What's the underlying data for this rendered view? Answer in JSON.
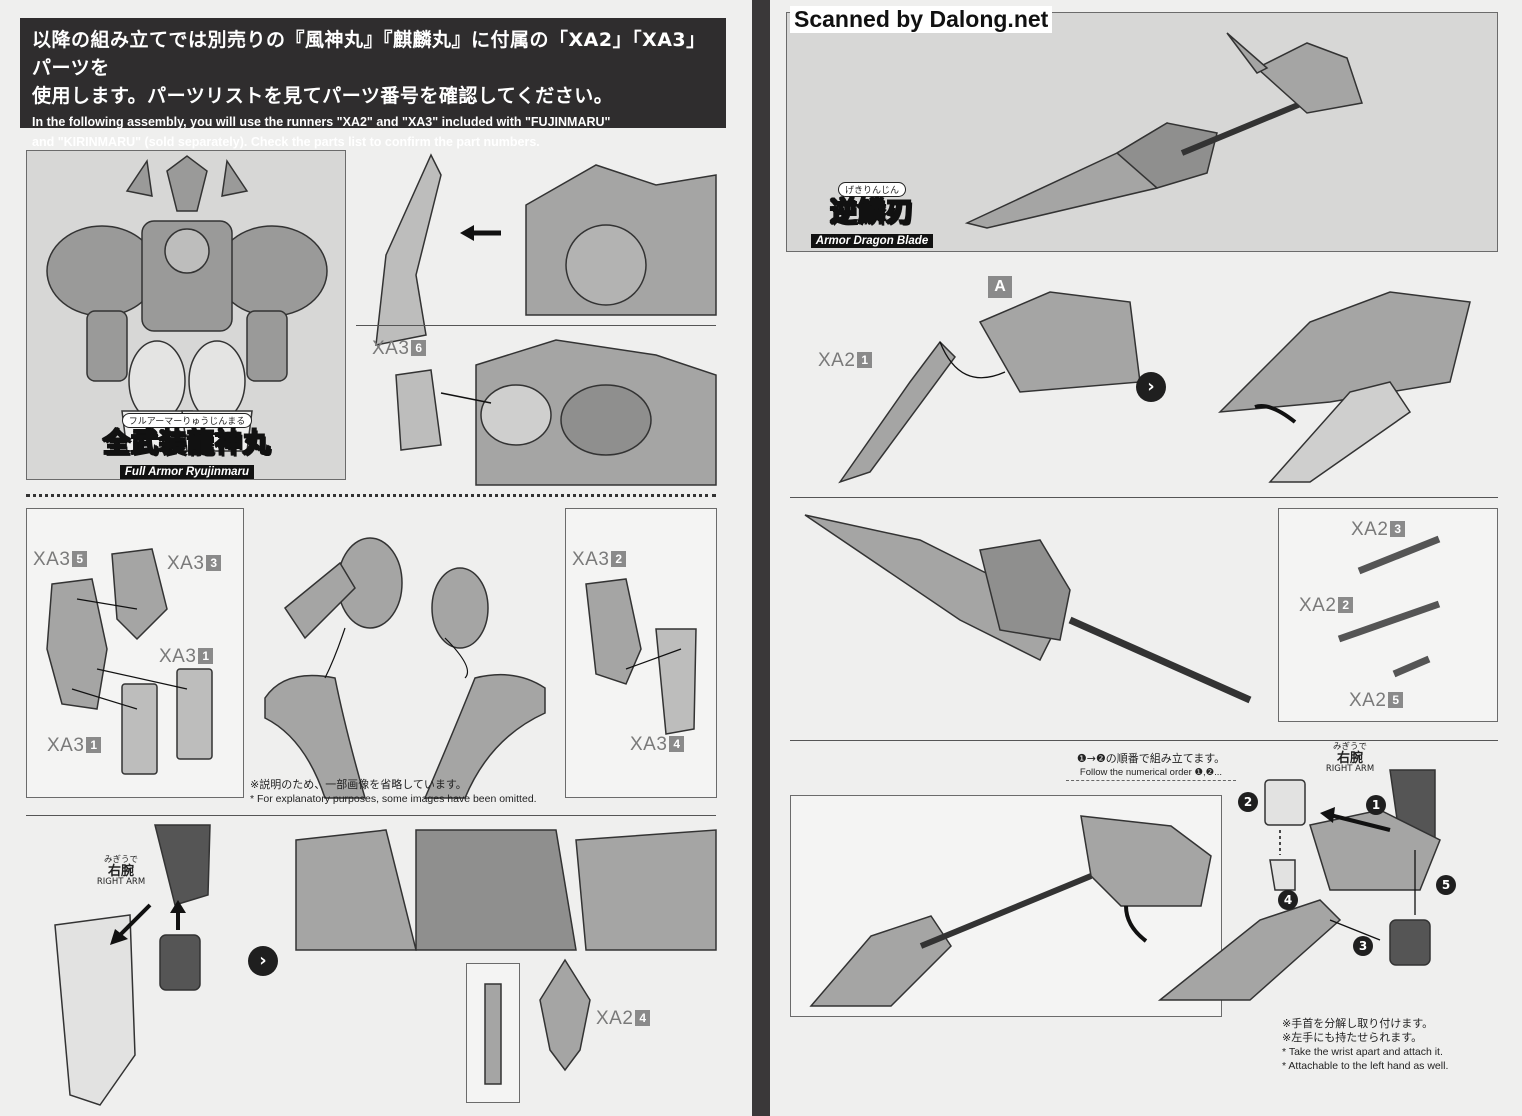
{
  "watermark": "Scanned by Dalong.net",
  "banner": {
    "ja_line1": "以降の組み立てでは別売りの『風神丸』『麒麟丸』に付属の「XA2」「XA3」パーツを",
    "ja_line2": "使用します。パーツリストを見てパーツ番号を確認してください。",
    "en_line1": "In the following assembly, you will use the runners \"XA2\" and \"XA3\" included with \"FUJINMARU\"",
    "en_line2": "and \"KIRINMARU\" (sold separately). Check the parts list to confirm the part numbers."
  },
  "left": {
    "hero": {
      "ruby": "フルアーマーりゅうじんまる",
      "kanji": "全武装龍神丸",
      "en": "Full Armor Ryujinmaru"
    },
    "step2_part": {
      "code": "XA3",
      "num": "6"
    },
    "step3_parts": [
      {
        "code": "XA3",
        "num": "5"
      },
      {
        "code": "XA3",
        "num": "3"
      },
      {
        "code": "XA3",
        "num": "1"
      },
      {
        "code": "XA3",
        "num": "1"
      },
      {
        "code": "XA3",
        "num": "2"
      },
      {
        "code": "XA3",
        "num": "4"
      }
    ],
    "omit_note": {
      "ja": "※説明のため、一部画像を省略しています。",
      "en": "* For explanatory purposes, some images have been omitted."
    },
    "right_arm": {
      "ruby": "みぎうで",
      "kanji": "右腕",
      "en": "RIGHT ARM"
    },
    "step4_part": {
      "code": "XA2",
      "num": "4"
    },
    "next_arrow": "›"
  },
  "right": {
    "hero": {
      "ruby": "げきりんじん",
      "kanji": "逆鱗刃",
      "en": "Armor Dragon Blade"
    },
    "step1": {
      "label": "A",
      "part": {
        "code": "XA2",
        "num": "1"
      },
      "next_arrow": "›"
    },
    "step2_parts": [
      {
        "code": "XA2",
        "num": "3"
      },
      {
        "code": "XA2",
        "num": "2"
      },
      {
        "code": "XA2",
        "num": "5"
      }
    ],
    "order_note": {
      "ja": "❶→❷の順番で組み立てます。",
      "en": "Follow the numerical order ❶,❷..."
    },
    "right_arm": {
      "ruby": "みぎうで",
      "kanji": "右腕",
      "en": "RIGHT ARM"
    },
    "steps": [
      "1",
      "2",
      "3",
      "4",
      "5"
    ],
    "wrist_note": {
      "ja1": "※手首を分解し取り付けます。",
      "ja2": "※左手にも持たせられます。",
      "en1": "* Take the wrist apart and attach it.",
      "en2": "* Attachable to the left hand as well."
    }
  }
}
